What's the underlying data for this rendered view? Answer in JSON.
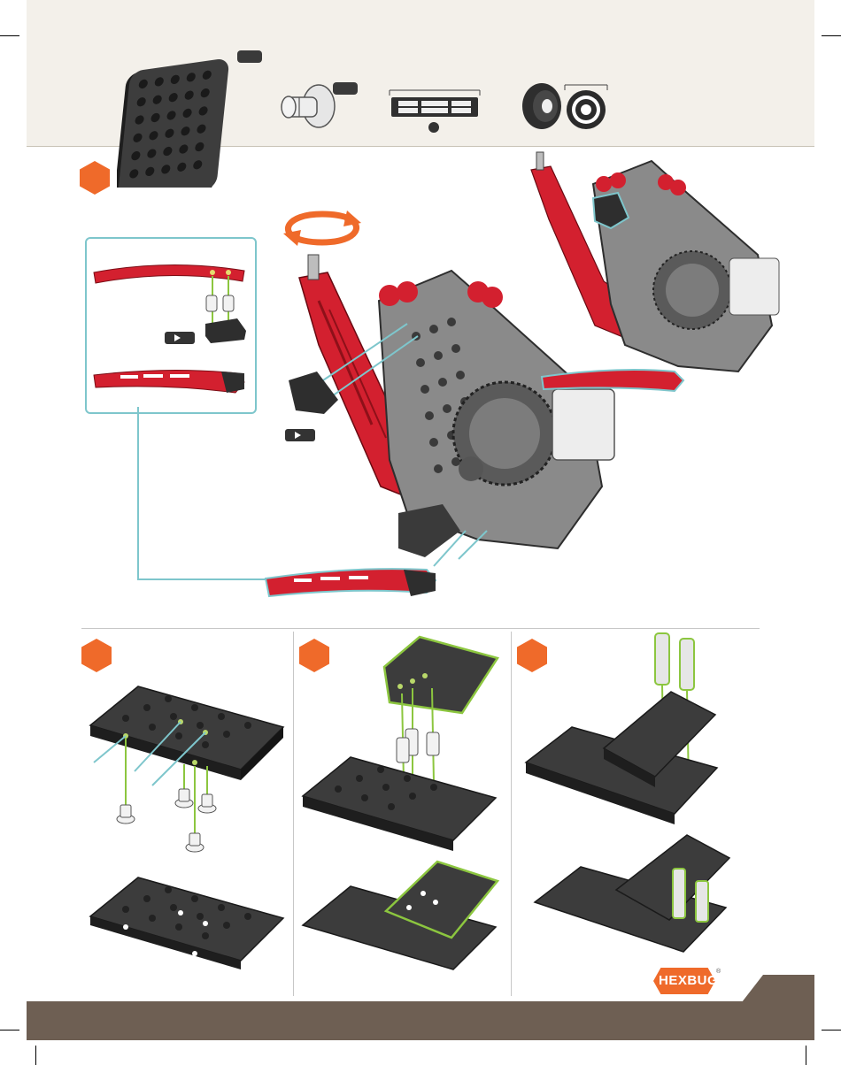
{
  "brand": {
    "logo_text": "HEXBUG",
    "trademark": "®"
  },
  "steps": [
    {
      "id": "assembly-main",
      "label": ""
    },
    {
      "id": "plate-pins",
      "label": ""
    },
    {
      "id": "plate-stack",
      "label": ""
    },
    {
      "id": "plate-axles",
      "label": ""
    }
  ],
  "parts": [
    {
      "name": "grid-plate",
      "qty": ""
    },
    {
      "name": "pin",
      "qty": ""
    },
    {
      "name": "beam-connector",
      "qty": ""
    },
    {
      "name": "gear-hub",
      "qty": ""
    }
  ],
  "colors": {
    "accent": "#ef6a2a",
    "callout": "#7ec6cc",
    "highlight": "#8cc63f",
    "arm": "#d3202f",
    "part": "#3c3c3c",
    "footer": "#6e5f53"
  },
  "icons": [
    "rotate-arrows-icon",
    "play-icon"
  ]
}
